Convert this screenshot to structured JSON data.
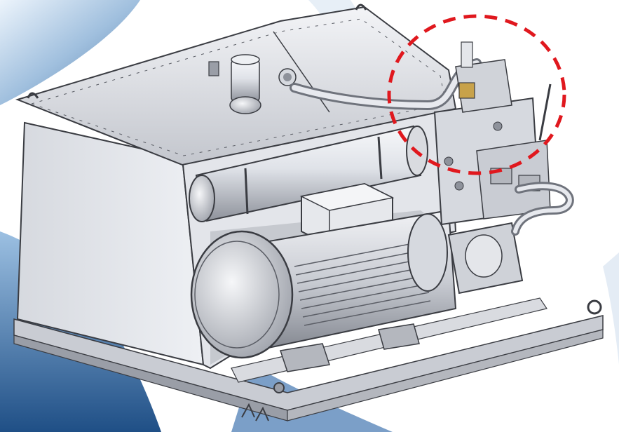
{
  "image": {
    "subject": "hydraulic-power-unit-render",
    "components": [
      "oil-reservoir-tank",
      "tank-lid",
      "filler-breather-cap",
      "return-filter",
      "accumulator-cylinder",
      "electric-motor",
      "motor-junction-box",
      "gear-pump",
      "valve-manifold-block",
      "hydraulic-hose",
      "pressure-gauge",
      "base-frame",
      "lifting-eye"
    ],
    "highlight": {
      "shape": "dashed-circle",
      "target": "valve-manifold-block",
      "color": "#e0181e"
    },
    "colors": {
      "metal_light": "#e9ebf0",
      "metal_mid": "#c9ccd3",
      "metal_dark": "#7d8089",
      "outline": "#3a3c42",
      "brass": "#c8a24a",
      "background_blue": "#3d6fa6"
    }
  }
}
